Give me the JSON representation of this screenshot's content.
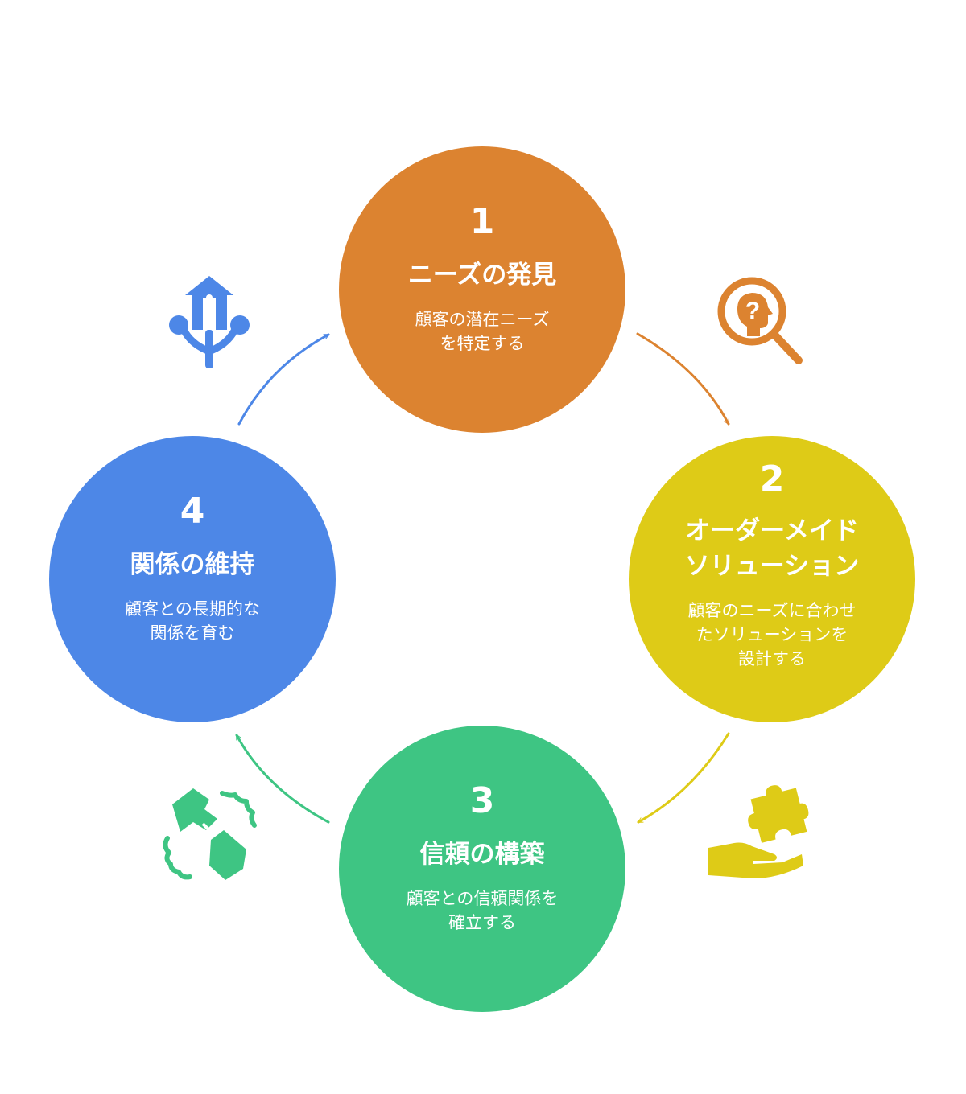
{
  "steps": [
    {
      "number": "1",
      "title": "ニーズの発見",
      "description": "顧客の潜在ニーズ\nを特定する",
      "color": "#DC8330"
    },
    {
      "number": "2",
      "title": "オーダーメイド\nソリューション",
      "description": "顧客のニーズに合わせ\nたソリューションを\n設計する",
      "color": "#DECB17"
    },
    {
      "number": "3",
      "title": "信頼の構築",
      "description": "顧客との信頼関係を\n確立する",
      "color": "#3EC583"
    },
    {
      "number": "4",
      "title": "関係の維持",
      "description": "顧客との長期的な\n関係を育む",
      "color": "#4D87E7"
    }
  ],
  "icons": [
    {
      "name": "growth-tree-icon",
      "color": "#4D87E7"
    },
    {
      "name": "head-question-search-icon",
      "color": "#DC8330"
    },
    {
      "name": "hand-puzzle-icon",
      "color": "#DECB17"
    },
    {
      "name": "handshake-icon",
      "color": "#3EC583"
    }
  ]
}
